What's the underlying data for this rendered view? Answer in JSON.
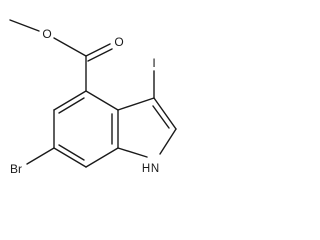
{
  "structure": {
    "atoms": {
      "methyl_oxygen": "O",
      "carbonyl_oxygen": "O",
      "iodine": "I",
      "bromine": "Br",
      "ring_nitrogen": "N",
      "ring_nitrogen_hydrogen": "H"
    }
  }
}
